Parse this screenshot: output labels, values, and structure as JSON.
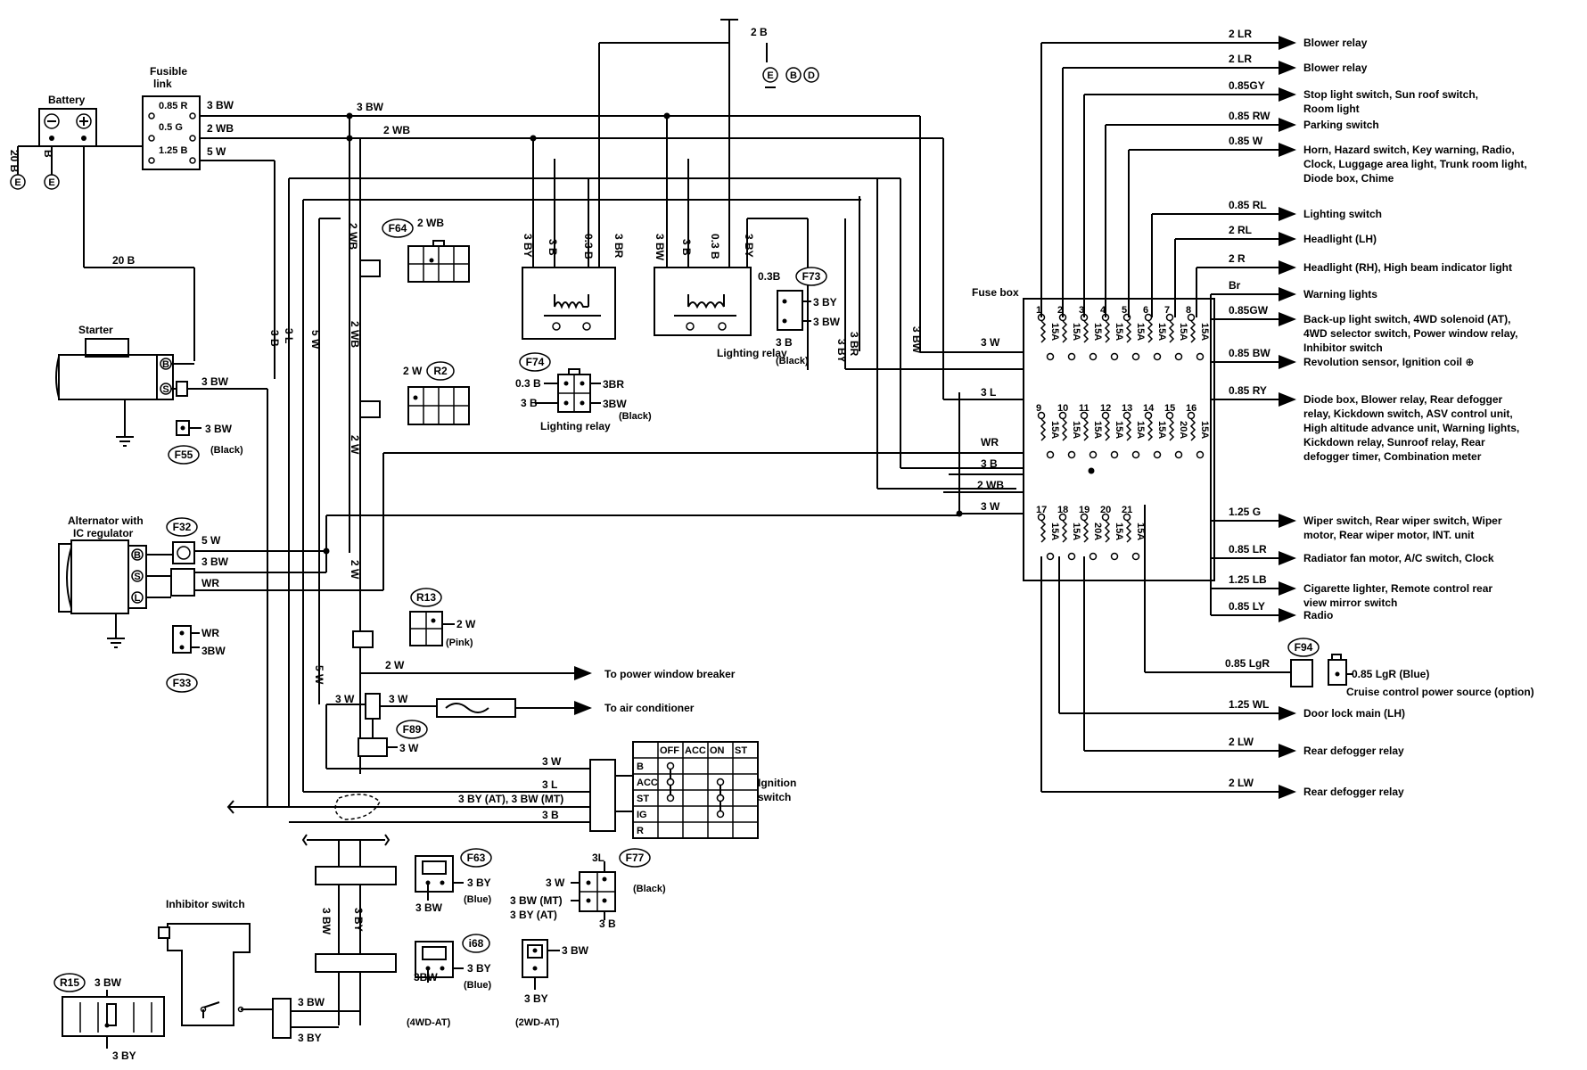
{
  "top": {
    "ground_wire": "2 B",
    "ground_refs": [
      "B",
      "D"
    ],
    "ground_letter": "E"
  },
  "battery": {
    "label": "Battery",
    "wire1": "20 B",
    "wire2": "B",
    "wire3": "B",
    "wire4": "20 B"
  },
  "fusible_link": {
    "label_line1": "Fusible",
    "label_line2": "link",
    "links": [
      "0.85 R",
      "0.5 G",
      "1.25 B"
    ],
    "out_wires": [
      "3 BW",
      "2 WB",
      "5 W"
    ],
    "bus_labels": [
      "3 BW",
      "2 WB"
    ]
  },
  "starter": {
    "label": "Starter",
    "term_b": "B",
    "term_s": "S",
    "wire": "3 BW"
  },
  "connectors": {
    "F55": {
      "id": "F55",
      "wire": "3 BW",
      "note": "(Black)"
    },
    "F64": {
      "id": "F64",
      "wire": "2 WB"
    },
    "R2": {
      "id": "R2",
      "wire": "2 W"
    },
    "F32": {
      "id": "F32"
    },
    "F33": {
      "id": "F33",
      "wires": [
        "WR",
        "3BW"
      ]
    },
    "R13": {
      "id": "R13",
      "wire": "2 W",
      "note": "(Pink)"
    },
    "F89": {
      "id": "F89",
      "wire": "3 W"
    },
    "F74": {
      "id": "F74",
      "left_wires": [
        "0.3 B",
        "3 B"
      ],
      "right_wires": [
        "3BR",
        "3BW"
      ],
      "note": "(Black)",
      "label": "Lighting relay"
    },
    "F73": {
      "id": "F73",
      "top": "0.3B",
      "wires": [
        "3 BY",
        "3 BW"
      ],
      "bottom": "3 B",
      "note": "(Black)"
    },
    "F63": {
      "id": "F63",
      "wire_r": "3 BY",
      "wire_b": "3 BW",
      "note": "(Blue)"
    },
    "i68": {
      "id": "i68",
      "wire_r": "3 BY",
      "wire_b": "3BW",
      "note": "(Blue)",
      "variant": "(4WD-AT)"
    },
    "i68b": {
      "wire_r": "3 BW",
      "wire_b": "3 BY",
      "variant": "(2WD-AT)"
    },
    "F77": {
      "id": "F77",
      "top": "3L",
      "left": [
        "3 W",
        "3 BW (MT)",
        "3 BY (AT)"
      ],
      "bottom": "3 B",
      "note": "(Black)"
    },
    "R15": {
      "id": "R15",
      "top": "3 BW",
      "bottom": "3 BY"
    },
    "F94": {
      "id": "F94",
      "wire": "0.85 LgR",
      "conn_wire": "0.85 LgR (Blue)",
      "desc": "Cruise control power source (option)"
    }
  },
  "alternator": {
    "label_line1": "Alternator with",
    "label_line2": "IC regulator",
    "terms": [
      "B",
      "S",
      "L"
    ],
    "wires": [
      "5 W",
      "3 BW",
      "WR"
    ]
  },
  "vertical_labels": [
    "3 B",
    "3 L",
    "5 W",
    "2 WB",
    "2 WB",
    "2 W",
    "2 W",
    "5 W",
    "3 BW",
    "3 BY",
    "3 B",
    "3 B",
    "0.3 B",
    "3 BR",
    "3 BW",
    "3 B",
    "0.3 B",
    "3 BY",
    "3 BR",
    "3 BW",
    "3 BY"
  ],
  "relays": {
    "left_label": "Lighting relay"
  },
  "lower_left": {
    "power_window": "To power window breaker",
    "air_con": "To air conditioner",
    "wire_2w": "2 W",
    "wire_3w_a": "3 W",
    "wire_3w_b": "3 W"
  },
  "ignition": {
    "label_line1": "Ignition",
    "label_line2": "switch",
    "header": [
      "OFF",
      "ACC",
      "ON",
      "ST"
    ],
    "rows": [
      "B",
      "ACC",
      "ST",
      "IG",
      "R"
    ],
    "wires": [
      "3 W",
      "3 L",
      "3 BY (AT), 3 BW (MT)",
      "3 B"
    ]
  },
  "inhibitor": {
    "label": "Inhibitor switch",
    "wires": [
      "3 BW",
      "3 BY"
    ]
  },
  "fuse_box": {
    "label": "Fuse box",
    "row1_numbers": [
      "1",
      "2",
      "3",
      "4",
      "5",
      "6",
      "7",
      "8"
    ],
    "row1_ratings": [
      "15A",
      "15A",
      "15A",
      "15A",
      "15A",
      "15A",
      "15A",
      "15A"
    ],
    "row2_numbers": [
      "9",
      "10",
      "11",
      "12",
      "13",
      "14",
      "15",
      "16"
    ],
    "row2_ratings": [
      "15A",
      "15A",
      "15A",
      "15A",
      "15A",
      "15A",
      "20A",
      "15A"
    ],
    "row3_numbers": [
      "17",
      "18",
      "19",
      "20",
      "21"
    ],
    "row3_ratings": [
      "15A",
      "15A",
      "20A",
      "15A",
      "15A"
    ],
    "in_wires": [
      "3 W",
      "3 L",
      "WR",
      "3 B",
      "2 WB",
      "3 W"
    ]
  },
  "outputs": [
    {
      "wire": "2 LR",
      "desc": [
        "Blower relay"
      ]
    },
    {
      "wire": "2 LR",
      "desc": [
        "Blower relay"
      ]
    },
    {
      "wire": "0.85GY",
      "desc": [
        "Stop light switch, Sun roof switch,",
        "Room light"
      ]
    },
    {
      "wire": "0.85 RW",
      "desc": [
        "Parking switch"
      ]
    },
    {
      "wire": "0.85 W",
      "desc": [
        "Horn, Hazard switch, Key warning, Radio,",
        "Clock, Luggage area light, Trunk room light,",
        "Diode box, Chime"
      ]
    },
    {
      "wire": "0.85 RL",
      "desc": [
        "Lighting switch"
      ]
    },
    {
      "wire": "2 RL",
      "desc": [
        "Headlight (LH)"
      ]
    },
    {
      "wire": "2 R",
      "desc": [
        "Headlight (RH), High beam indicator light"
      ]
    },
    {
      "wire": "Br",
      "desc": [
        "Warning lights"
      ]
    },
    {
      "wire": "0.85GW",
      "desc": [
        "Back-up light switch, 4WD solenoid (AT),",
        "4WD selector switch, Power window relay,",
        "Inhibitor switch"
      ]
    },
    {
      "wire": "0.85 BW",
      "desc": [
        "Revolution sensor, Ignition coil ⊕"
      ]
    },
    {
      "wire": "0.85 RY",
      "desc": [
        "Diode box, Blower relay, Rear defogger",
        "relay, Kickdown switch, ASV control unit,",
        "High altitude advance unit, Warning lights,",
        "Kickdown relay, Sunroof relay, Rear",
        "defogger timer, Combination meter"
      ]
    },
    {
      "wire": "1.25 G",
      "desc": [
        "Wiper switch, Rear wiper switch, Wiper",
        "motor, Rear wiper motor, INT. unit"
      ]
    },
    {
      "wire": "0.85 LR",
      "desc": [
        "Radiator fan motor, A/C switch, Clock"
      ]
    },
    {
      "wire": "1.25 LB",
      "desc": [
        "Cigarette lighter, Remote control rear",
        "view mirror switch"
      ]
    },
    {
      "wire": "0.85 LY",
      "desc": [
        "Radio"
      ]
    },
    {
      "wire": "1.25 WL",
      "desc": [
        "Door lock main (LH)"
      ]
    },
    {
      "wire": "2 LW",
      "desc": [
        "Rear defogger relay"
      ]
    },
    {
      "wire": "2 LW",
      "desc": [
        "Rear defogger relay"
      ]
    }
  ]
}
